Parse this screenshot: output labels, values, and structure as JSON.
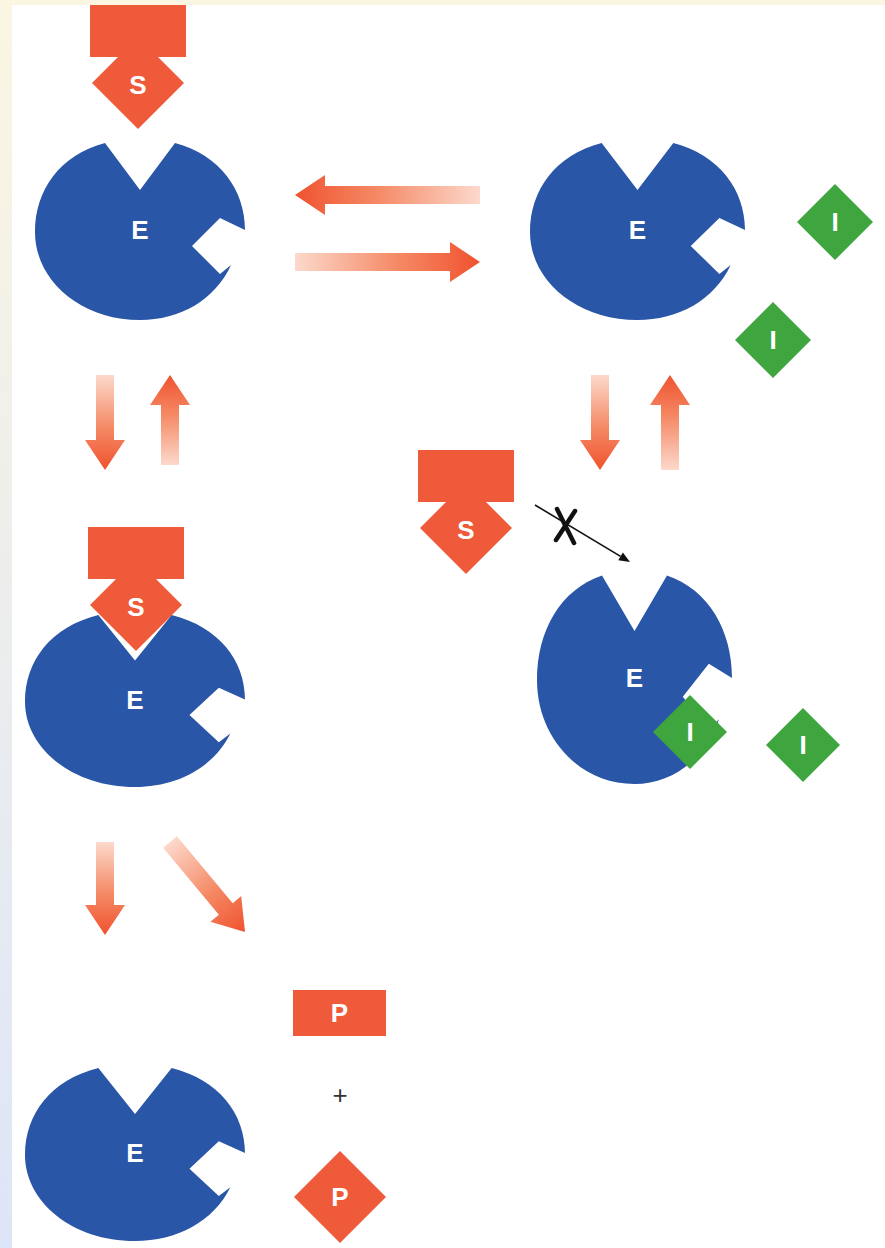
{
  "diagram": {
    "nodes": [
      {
        "text": [
          "S"
        ]
      },
      {
        "text": [
          "E"
        ]
      },
      {
        "text": [
          "E"
        ]
      },
      {
        "text": [
          "I"
        ]
      },
      {
        "text": [
          "I"
        ]
      },
      {
        "text": [
          "S"
        ]
      },
      {
        "text": [
          "E"
        ]
      },
      {
        "text": [
          "S"
        ]
      },
      {
        "text": [
          "E"
        ]
      },
      {
        "text": [
          "I"
        ],
        "in": 8
      },
      {
        "text": [
          "I"
        ]
      },
      {
        "text": [
          "P"
        ]
      },
      {
        "text": [
          "E"
        ]
      },
      {
        "text": [
          "P"
        ]
      }
    ],
    "edges": [
      {
        "from": 1,
        "to": 2,
        "arrow": "to"
      },
      {
        "from": 2,
        "to": 1,
        "arrow": "to"
      },
      {
        "from": 1,
        "to": 6,
        "arrow": "to"
      },
      {
        "from": 6,
        "to": 1,
        "arrow": "to"
      },
      {
        "from": 2,
        "to": 8,
        "arrow": "to"
      },
      {
        "from": 8,
        "to": 2,
        "arrow": "to"
      },
      {
        "from": 7,
        "to": 8,
        "arrow": "to"
      },
      {
        "from": 6,
        "to": 12,
        "arrow": "to"
      },
      {
        "from": 6,
        "to": 11,
        "arrow": "to"
      }
    ],
    "labels": [
      "+"
    ]
  }
}
